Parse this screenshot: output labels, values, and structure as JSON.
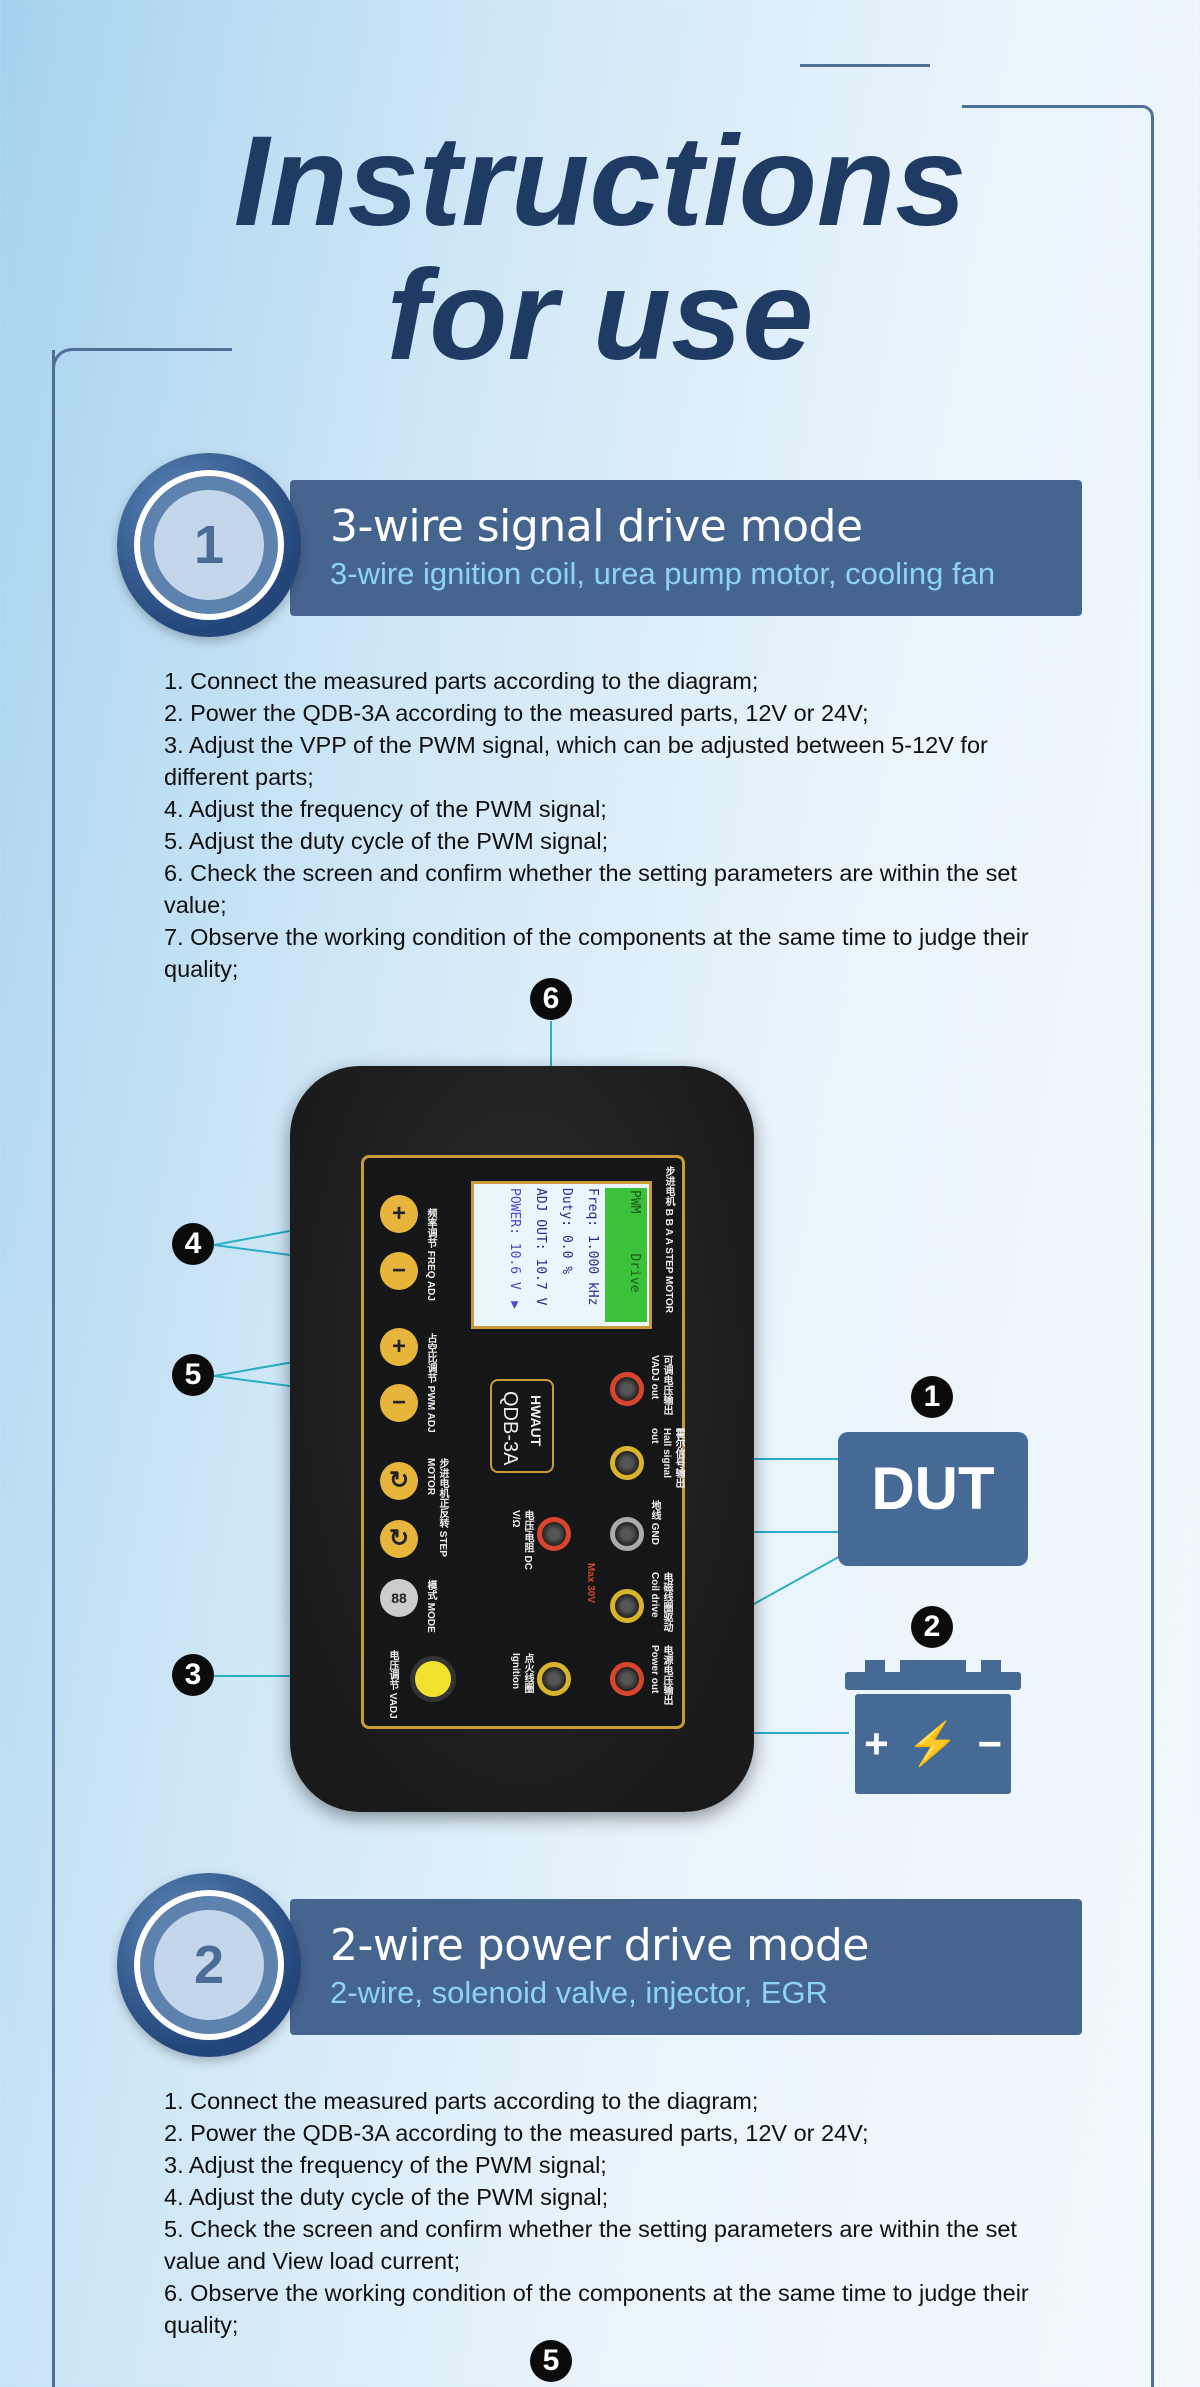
{
  "header": {
    "title_line1": "Instructions",
    "title_line2": "for use"
  },
  "sections": [
    {
      "number": "1",
      "title": "3-wire signal drive mode",
      "subtitle": "3-wire ignition coil, urea pump motor, cooling fan",
      "steps": [
        "1. Connect the measured parts according to the diagram;",
        "2. Power the QDB-3A according to the measured parts, 12V or 24V;",
        "3. Adjust the VPP of the PWM signal, which can be adjusted between 5-12V for different parts;",
        "4. Adjust the frequency of the PWM signal;",
        "5. Adjust the duty cycle of the PWM signal;",
        "6. Check the screen and confirm whether the setting parameters are within the set value;",
        "7. Observe the working condition of the components at the same time to judge their quality;"
      ]
    },
    {
      "number": "2",
      "title": "2-wire power drive mode",
      "subtitle": "2-wire, solenoid valve, injector, EGR",
      "steps": [
        "1. Connect the measured parts according to the diagram;",
        "2. Power the QDB-3A according to the measured parts, 12V or 24V;",
        "3. Adjust the frequency of the PWM signal;",
        "4. Adjust the duty cycle of the PWM signal;",
        "5. Check the screen and confirm whether the setting parameters are within the set value and View load current;",
        "6. Observe the working condition of the components at the same time to judge their quality;"
      ]
    }
  ],
  "callouts": {
    "c1": "1",
    "c2": "2",
    "c3": "3",
    "c4": "4",
    "c5": "5",
    "c6": "6",
    "c5b": "5"
  },
  "dut_label": "DUT",
  "battery": {
    "plus": "+",
    "minus": "−"
  },
  "device": {
    "brand": "HWAUT",
    "model": "QDB-3A",
    "screen": {
      "mode": "PWM",
      "drive": "Drive",
      "freq": "Freq: 1.000 kHz",
      "duty": "Duty: 0.0 %",
      "adj_out": "ADJ OUT: 10.7 V",
      "power": "POWER: 10.6 V ▼"
    },
    "labels": {
      "step_motor_top": "步进电机 B B A A STEP MOTOR",
      "freq_adj": "频率调节 FREQ ADJ",
      "pwm_adj": "占空比调节 PWM ADJ",
      "step_motor": "步进电机正反转 STEP MOTOR",
      "mode": "模式 MODE",
      "vadj": "电压调节 VADJ",
      "vadj_out": "可调电压输出 VADJ out",
      "hall": "霍尔信号输出 Hall signal out",
      "gnd": "地线 GND",
      "coil": "电磁线圈驱动 Coil drive",
      "power_out": "电源电压输出 Power out",
      "dcv": "电压/电阻 DC V/Ω",
      "max": "Max 30V",
      "ignition": "点火线圈 Ignition"
    },
    "buttons": {
      "plus": "+",
      "minus": "−",
      "rot": "↻",
      "mode": "88"
    }
  },
  "colors": {
    "navy": "#1f3a63",
    "banner": "#45658f",
    "accent": "#29aec6",
    "gold": "#e8b53c"
  }
}
